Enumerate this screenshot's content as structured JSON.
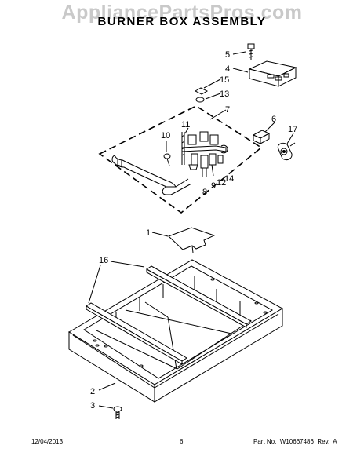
{
  "watermark": "AppliancePartsPros.com",
  "title": "BURNER BOX ASSEMBLY",
  "callouts": [
    "1",
    "2",
    "3",
    "4",
    "5",
    "6",
    "7",
    "8",
    "9",
    "10",
    "11",
    "12",
    "13",
    "14",
    "15",
    "16",
    "17"
  ],
  "footer": {
    "date": "12/04/2013",
    "page": "6",
    "part_number": "Part No.  W10667486  Rev.  A"
  }
}
